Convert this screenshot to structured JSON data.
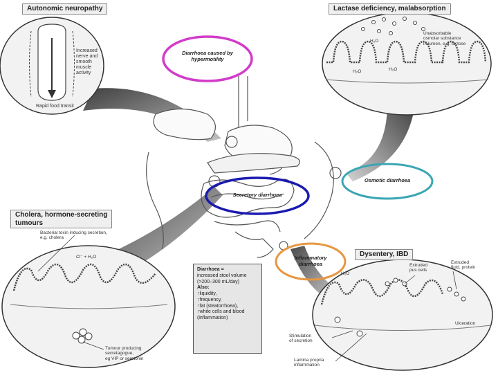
{
  "panels": {
    "autonomic": {
      "title": "Autonomic neuropathy",
      "note": [
        "Increased",
        "nerve and",
        "smooth",
        "muscle",
        "activity"
      ],
      "caption": "Rapid food transit"
    },
    "lactase": {
      "title": "Lactase deficiency, malabsorption",
      "note": [
        "Unabsorbable",
        "osmolar substance",
        "in lumen, e.g. lactose"
      ],
      "h2o": "H₂O"
    },
    "cholera": {
      "title": "Cholera, hormone-secreting",
      "title2": "tumours",
      "note": [
        "Bacterial toxin inducing secretion,",
        "e.g. cholera"
      ],
      "ion": "Cl⁻ + H₂O",
      "tumour": [
        "Tumour producing",
        "secretagogue,",
        "eg VIP or serotonin"
      ]
    },
    "dysentery": {
      "title": "Dysentery, IBD",
      "pus": [
        "Extruded",
        "pus cells"
      ],
      "fluid": [
        "Extruded",
        "fluid, protein"
      ],
      "ulcer": "Ulceration",
      "stim": [
        "Stimulation",
        "of secretion"
      ],
      "lamina": [
        "Lamina propria",
        "inflammation"
      ],
      "h2o": "H₂O"
    }
  },
  "ovals": {
    "hypermotility": [
      "Diarrhoea caused by",
      "hypermotility"
    ],
    "secretory": "Secretory diarrhoea",
    "osmotic": "Osmotic diarrhoea",
    "inflammatory": [
      "Inflammatory",
      "diarrhoea"
    ]
  },
  "info_box": {
    "title": "Diarrhoea =",
    "lines": [
      "increased stool volume",
      "(>200–300 mL/day)"
    ],
    "also": "Also:",
    "items": [
      "↑liquidity,",
      "↑frequency,",
      "↑fat (steatorrhoea),",
      "↑white cells and blood",
      "(inflammation)"
    ]
  },
  "colors": {
    "magenta": "#d23cc8",
    "blue": "#1a1ab0",
    "teal": "#3aa6b4",
    "orange": "#e89640",
    "line": "#444444",
    "panel_fill": "#f2f2f2"
  }
}
